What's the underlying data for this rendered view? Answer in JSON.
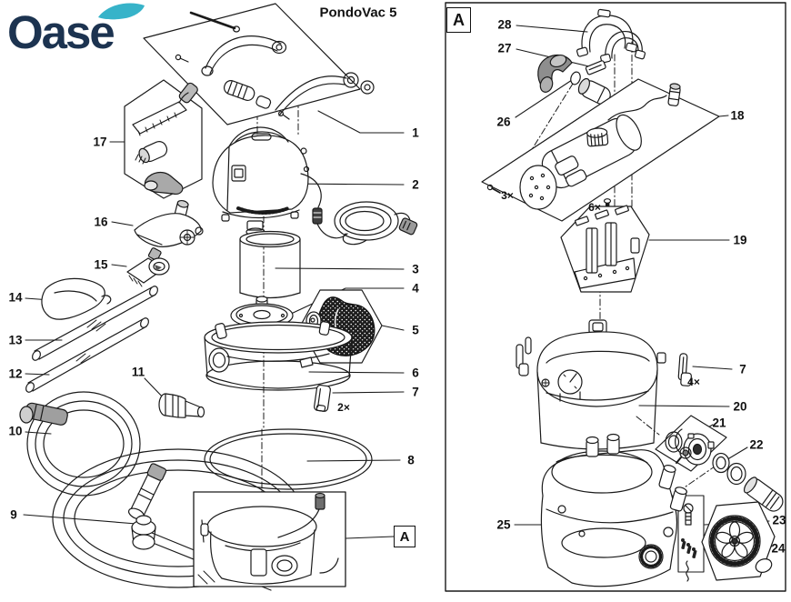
{
  "brand": {
    "logo_text": "Oase"
  },
  "title": "PondoVac 5",
  "section_ref_label": "A",
  "callouts": {
    "1": "1",
    "2": "2",
    "3": "3",
    "4": "4",
    "5": "5",
    "6": "6",
    "7": "7",
    "8": "8",
    "9": "9",
    "10": "10",
    "11": "11",
    "12": "12",
    "13": "13",
    "14": "14",
    "15": "15",
    "16": "16",
    "17": "17",
    "18": "18",
    "19": "19",
    "20": "20",
    "21": "21",
    "22": "22",
    "23": "23",
    "24": "24",
    "25": "25",
    "26": "26",
    "27": "27",
    "28": "28"
  },
  "quantities": {
    "latch_clips_small": "2×",
    "motor_plate_screws": "3×",
    "tank_clips": "4×",
    "bracket_screws": "6×"
  },
  "colors": {
    "line": "#1a1a1a",
    "logo_navy": "#1c3350",
    "logo_teal": "#37b3c9"
  }
}
